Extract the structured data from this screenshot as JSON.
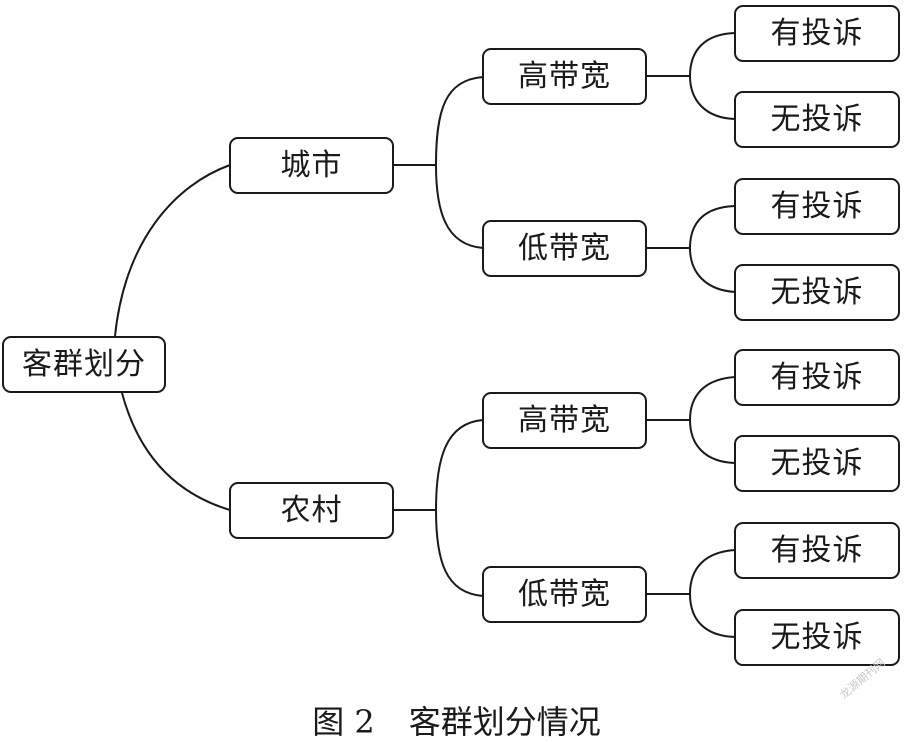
{
  "root": "客群划分",
  "level1": [
    "城市",
    "农村"
  ],
  "level2": [
    [
      "高带宽",
      "低带宽"
    ],
    [
      "高带宽",
      "低带宽"
    ]
  ],
  "level3": [
    [
      [
        "有投诉",
        "无投诉"
      ],
      [
        "有投诉",
        "无投诉"
      ]
    ],
    [
      [
        "有投诉",
        "无投诉"
      ],
      [
        "有投诉",
        "无投诉"
      ]
    ]
  ],
  "caption": {
    "figure_label": "图 2",
    "title": "客群划分情况"
  },
  "watermark": "龙源期刊网"
}
